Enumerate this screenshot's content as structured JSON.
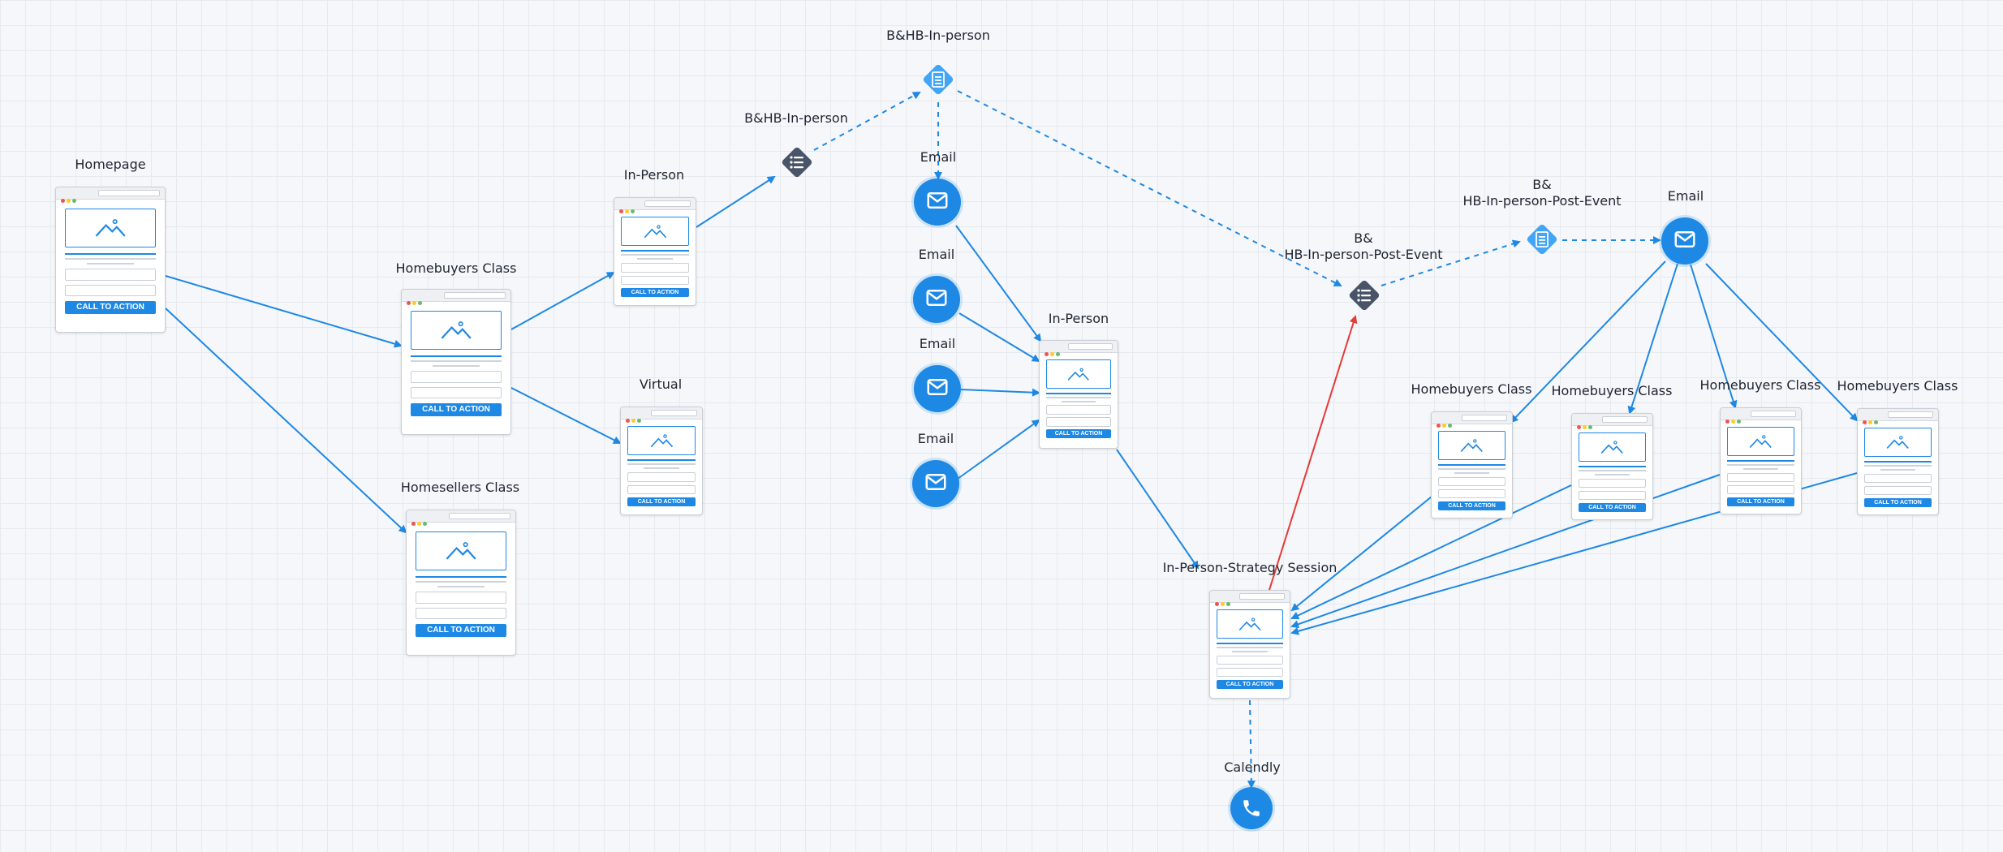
{
  "colors": {
    "accent": "#1e88e5",
    "dark_node": "#4a5468",
    "light_node": "#42a5f5",
    "highlight_edge": "#e53935"
  },
  "icons": {
    "email": "envelope-icon",
    "list": "list-icon",
    "form": "form-icon",
    "phone": "phone-icon",
    "image": "image-placeholder-icon"
  },
  "nodes": {
    "homepage": {
      "label": "Homepage",
      "cta": "CALL TO ACTION"
    },
    "homebuyers_class_main": {
      "label": "Homebuyers Class",
      "cta": "CALL TO ACTION"
    },
    "homesellers_class": {
      "label": "Homesellers Class",
      "cta": "CALL TO ACTION"
    },
    "in_person_1": {
      "label": "In-Person",
      "cta": "CALL TO ACTION"
    },
    "virtual": {
      "label": "Virtual",
      "cta": "CALL TO ACTION"
    },
    "bhb_list": {
      "label": "B&HB-In-person"
    },
    "bhb_form": {
      "label": "B&HB-In-person"
    },
    "email_1": {
      "label": "Email"
    },
    "email_2": {
      "label": "Email"
    },
    "email_3": {
      "label": "Email"
    },
    "email_4": {
      "label": "Email"
    },
    "in_person_2": {
      "label": "In-Person",
      "cta": "CALL TO ACTION"
    },
    "strategy_session": {
      "label": "In-Person-Strategy Session",
      "cta": "CALL TO ACTION"
    },
    "calendly": {
      "label": "Calendly"
    },
    "post_event_list": {
      "label": "B&\nHB-In-person-Post-Event"
    },
    "post_event_form": {
      "label": "B&\nHB-In-person-Post-Event"
    },
    "email_5": {
      "label": "Email"
    },
    "hb_class_a": {
      "label": "Homebuyers Class",
      "cta": "CALL TO ACTION"
    },
    "hb_class_b": {
      "label": "Homebuyers Class",
      "cta": "CALL TO ACTION"
    },
    "hb_class_c": {
      "label": "Homebuyers Class",
      "cta": "CALL TO ACTION"
    },
    "hb_class_d": {
      "label": "Homebuyers Class",
      "cta": "CALL TO ACTION"
    }
  },
  "edges": [
    {
      "from": "homepage",
      "to": "homebuyers_class_main",
      "style": "solid"
    },
    {
      "from": "homepage",
      "to": "homesellers_class",
      "style": "solid"
    },
    {
      "from": "homebuyers_class_main",
      "to": "in_person_1",
      "style": "solid"
    },
    {
      "from": "homebuyers_class_main",
      "to": "virtual",
      "style": "solid"
    },
    {
      "from": "in_person_1",
      "to": "bhb_list",
      "style": "solid"
    },
    {
      "from": "bhb_list",
      "to": "bhb_form",
      "style": "dashed"
    },
    {
      "from": "bhb_form",
      "to": "email_1",
      "style": "dashed"
    },
    {
      "from": "bhb_form",
      "to": "post_event_list",
      "style": "dashed"
    },
    {
      "from": "email_1",
      "to": "in_person_2",
      "style": "solid"
    },
    {
      "from": "email_2",
      "to": "in_person_2",
      "style": "solid"
    },
    {
      "from": "email_3",
      "to": "in_person_2",
      "style": "solid"
    },
    {
      "from": "email_4",
      "to": "in_person_2",
      "style": "solid"
    },
    {
      "from": "in_person_2",
      "to": "strategy_session",
      "style": "solid"
    },
    {
      "from": "strategy_session",
      "to": "post_event_list",
      "style": "solid-red"
    },
    {
      "from": "strategy_session",
      "to": "calendly",
      "style": "dashed"
    },
    {
      "from": "post_event_list",
      "to": "post_event_form",
      "style": "dashed"
    },
    {
      "from": "post_event_form",
      "to": "email_5",
      "style": "dashed"
    },
    {
      "from": "email_5",
      "to": "hb_class_a",
      "style": "solid"
    },
    {
      "from": "email_5",
      "to": "hb_class_b",
      "style": "solid"
    },
    {
      "from": "email_5",
      "to": "hb_class_c",
      "style": "solid"
    },
    {
      "from": "email_5",
      "to": "hb_class_d",
      "style": "solid"
    },
    {
      "from": "hb_class_a",
      "to": "strategy_session",
      "style": "solid"
    },
    {
      "from": "hb_class_b",
      "to": "strategy_session",
      "style": "solid"
    },
    {
      "from": "hb_class_c",
      "to": "strategy_session",
      "style": "solid"
    },
    {
      "from": "hb_class_d",
      "to": "strategy_session",
      "style": "solid"
    }
  ]
}
